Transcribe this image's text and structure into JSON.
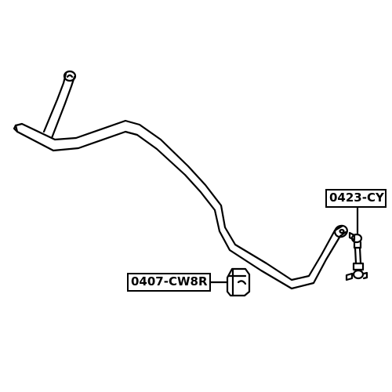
{
  "parts": [
    {
      "id": "stabilizer-bushing",
      "part_number": "0407-CW8R"
    },
    {
      "id": "stabilizer-link",
      "part_number": "0423-CY"
    }
  ],
  "colors": {
    "line": "#000000",
    "background": "#ffffff"
  }
}
